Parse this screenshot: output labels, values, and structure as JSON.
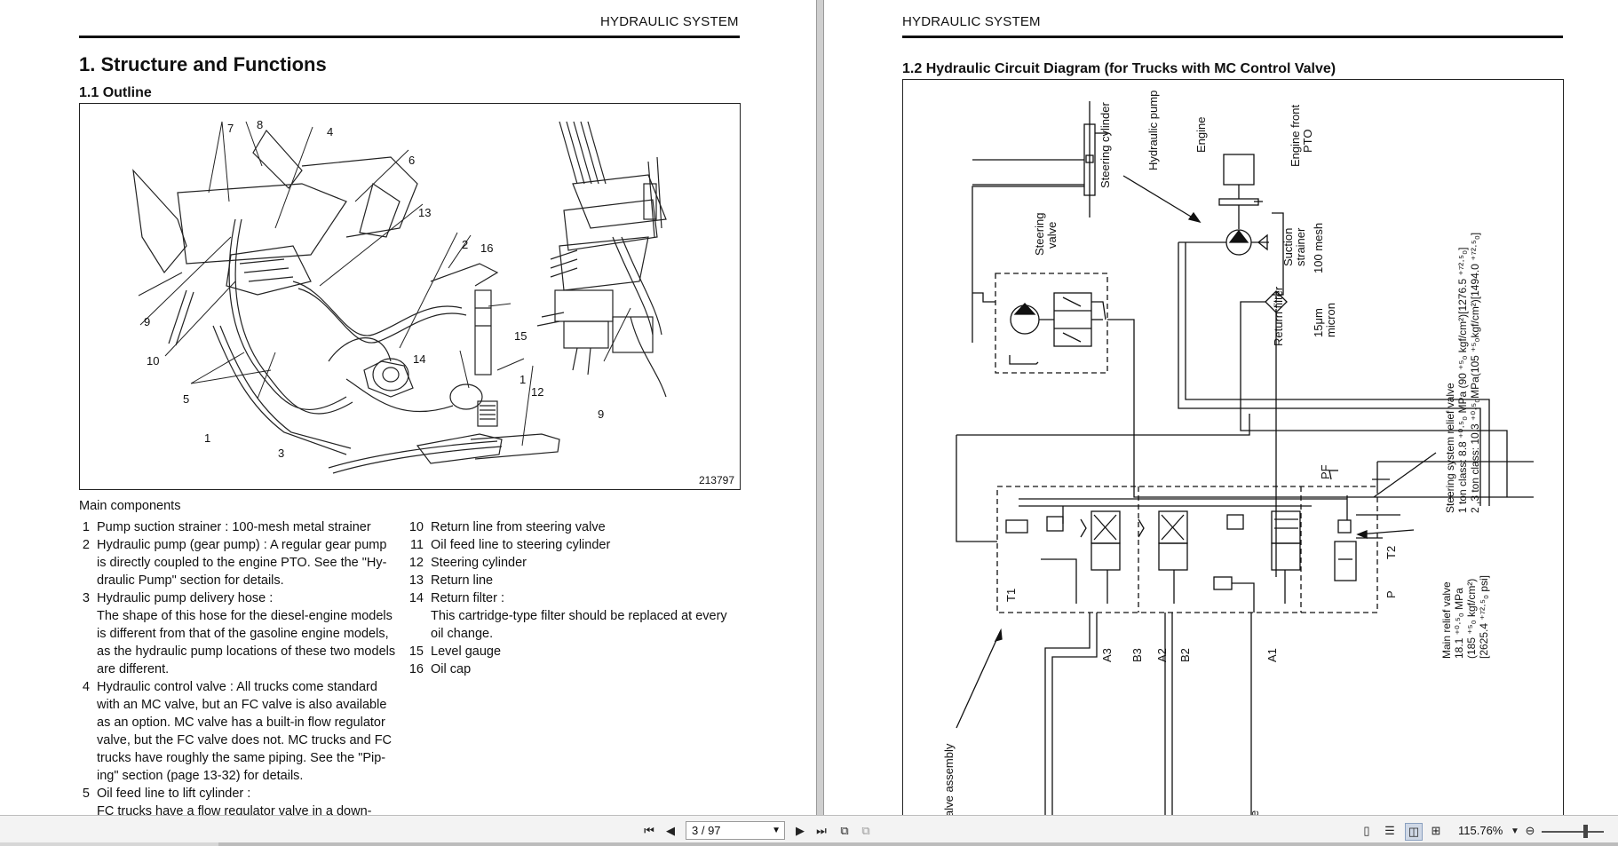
{
  "left_page": {
    "header": "HYDRAULIC SYSTEM",
    "section_title": "1.  Structure and Functions",
    "subsection_title": "1.1   Outline",
    "figure_number": "213797",
    "callouts": [
      "7",
      "8",
      "4",
      "6",
      "13",
      "2",
      "16",
      "9",
      "10",
      "5",
      "15",
      "14",
      "1",
      "12",
      "1",
      "3",
      "9"
    ],
    "main_components_title": "Main components",
    "components_col1": [
      {
        "num": "1",
        "lines": [
          "Pump suction strainer : 100-mesh metal strainer"
        ]
      },
      {
        "num": "2",
        "lines": [
          "Hydraulic pump (gear pump) : A regular gear pump",
          "is directly coupled to the engine PTO. See the \"Hy-",
          "draulic Pump\" section for details."
        ]
      },
      {
        "num": "3",
        "lines": [
          "Hydraulic pump delivery hose :",
          "The shape of this hose for the diesel-engine models",
          "is different from that of the gasoline engine models,",
          "as the hydraulic pump locations of these two models",
          "are different."
        ]
      },
      {
        "num": "4",
        "lines": [
          "Hydraulic control valve : All trucks come standard",
          "with an MC valve, but an FC valve is also available",
          "as an option. MC valve has a built-in flow regulator",
          "valve, but  the FC valve does not. MC trucks and FC",
          "trucks have roughly the same piping. See the \"Pip-",
          "ing\" section (page 13-32) for details."
        ]
      },
      {
        "num": "5",
        "lines": [
          "Oil feed line to lift cylinder :",
          "FC trucks have a flow regulator valve in a down-"
        ]
      }
    ],
    "components_col2": [
      {
        "num": "10",
        "lines": [
          "Return line from steering valve"
        ]
      },
      {
        "num": "11",
        "lines": [
          "Oil feed line to steering cylinder"
        ]
      },
      {
        "num": "12",
        "lines": [
          "Steering cylinder"
        ]
      },
      {
        "num": "13",
        "lines": [
          "Return line"
        ]
      },
      {
        "num": "14",
        "lines": [
          "Return filter :",
          "This cartridge-type filter should be replaced at every",
          "oil change."
        ]
      },
      {
        "num": "15",
        "lines": [
          "Level gauge"
        ]
      },
      {
        "num": "16",
        "lines": [
          "Oil cap"
        ]
      }
    ]
  },
  "right_page": {
    "header": "HYDRAULIC SYSTEM",
    "subsection_title": "1.2   Hydraulic Circuit Diagram (for Trucks with MC Control Valve)",
    "labels": {
      "steering_cylinder": "Steering cylinder",
      "hydraulic_pump": "Hydraulic pump",
      "engine": "Engine",
      "engine_front_pto_1": "Engine front",
      "engine_front_pto_2": "PTO",
      "steering_valve_1": "Steering",
      "steering_valve_2": "valve",
      "suction_strainer_1": "Suction",
      "suction_strainer_2": "strainer",
      "mesh": "100 mesh",
      "return_filter": "Return filter",
      "micron_1": "15μm",
      "micron_2": "micron",
      "ssrv_1": "Steering system relief valve",
      "ssrv_2": "1 ton class: 8.8 ⁺⁰·⁵₀ MPa (90 ⁺⁵₀ kgf/cm²)[1276.5 ⁺⁷²·⁵₀]",
      "ssrv_3": "2 ,3 ton class: 10.3 ⁺⁰·⁵₀MPa(105 ⁺⁵₀kgf/cm²)[1494.0 ⁺⁷²·⁵₀]",
      "mrv_1": "Main relief valve",
      "mrv_2": "18.1 ⁺⁰·⁵₀ MPa",
      "mrv_3": "(185 ⁺⁵₀ kgf/cm²)",
      "mrv_4": "[2625.4 ⁺⁷²·⁵₀ psi]",
      "pf": "PF",
      "t2": "T2",
      "p": "P",
      "t1": "T1",
      "a3": "A3",
      "b3": "B3",
      "a2": "A2",
      "b2": "B2",
      "a1": "A1",
      "valve_assembly": "alve assembly",
      "e_cut": "e"
    }
  },
  "toolbar": {
    "page_field": "3 / 97",
    "zoom": "115.76%",
    "icons": [
      "first-page-icon",
      "prev-page-icon",
      "next-page-icon",
      "last-page-icon",
      "page-export-icon",
      "page-copy-icon",
      "single-page-icon",
      "continuous-icon",
      "two-page-icon",
      "two-page-scroll-icon",
      "zoom-out-icon"
    ]
  }
}
